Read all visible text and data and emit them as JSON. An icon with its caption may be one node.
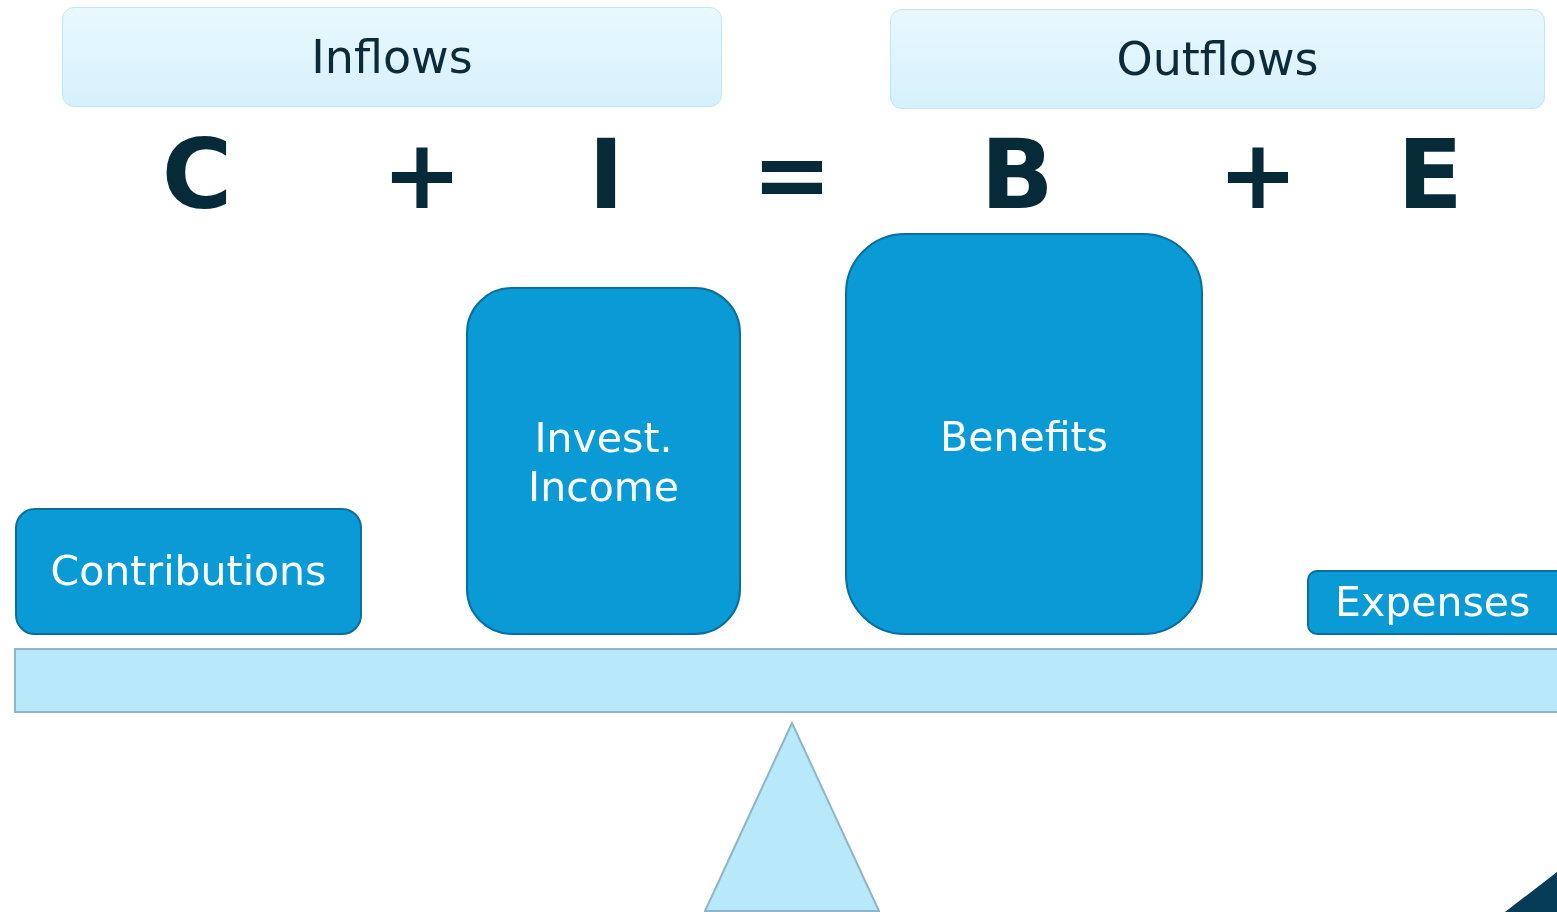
{
  "diagram": {
    "nodes": [
      {
        "text": [
          "Inflows"
        ]
      },
      {
        "text": [
          "Outflows"
        ]
      },
      {
        "text": [
          "Contributions"
        ]
      },
      {
        "text": [
          "Invest. Income"
        ]
      },
      {
        "text": [
          "Benefits"
        ]
      },
      {
        "text": [
          "Expenses"
        ]
      },
      {
        "text": [],
        "shape": "bar"
      },
      {
        "text": [],
        "shape": "triangle"
      }
    ],
    "labels": [
      "C",
      "+",
      "I",
      "=",
      "B",
      "+",
      "E"
    ]
  }
}
